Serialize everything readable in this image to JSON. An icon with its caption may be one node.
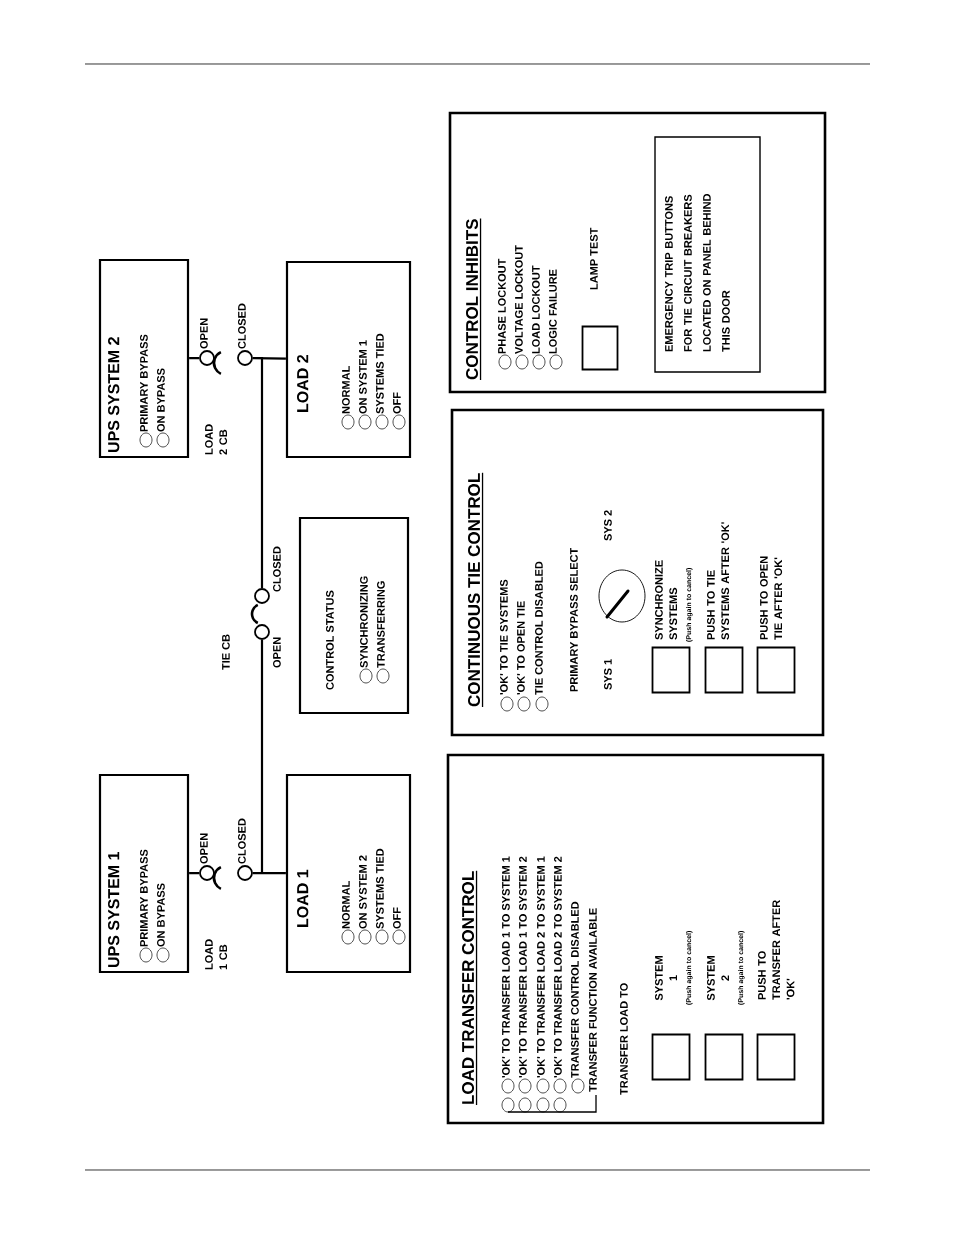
{
  "diagram": {
    "nodes": [
      {
        "text": [
          "UPS SYSTEM 1",
          "PRIMARY BYPASS",
          "ON BYPASS"
        ]
      },
      {
        "text": [],
        "shape": "circle",
        "beside": [
          "OPEN"
        ]
      },
      {
        "text": [],
        "shape": "circle",
        "beside": [
          "CLOSED"
        ]
      },
      {
        "text": [
          "LOAD 1",
          "NORMAL",
          "ON SYSTEM 2",
          "SYSTEMS TIED",
          "OFF"
        ]
      },
      {
        "text": [],
        "shape": "circle",
        "beside": [
          "OPEN"
        ]
      },
      {
        "text": [],
        "shape": "circle",
        "beside": [
          "CLOSED"
        ]
      },
      {
        "text": [
          "CONTROL STATUS",
          "SYNCHRONIZING",
          "TRANSFERRING"
        ]
      },
      {
        "text": [
          "UPS SYSTEM 2",
          "PRIMARY BYPASS",
          "ON BYPASS"
        ]
      },
      {
        "text": [],
        "shape": "circle",
        "beside": [
          "OPEN"
        ]
      },
      {
        "text": [],
        "shape": "circle",
        "beside": [
          "CLOSED"
        ]
      },
      {
        "text": [
          "LOAD 2",
          "NORMAL",
          "ON SYSTEM 1",
          "SYSTEMS TIED",
          "OFF"
        ]
      },
      {
        "text": [
          "LOAD TRANSFER CONTROL",
          "'OK' TO TRANSFER LOAD 1 TO SYSTEM 1",
          "'OK' TO TRANSFER LOAD 1 TO SYSTEM 2",
          "'OK' TO TRANSFER LOAD 2 TO SYSTEM 1",
          "'OK' TO TRANSFER LOAD 2 TO SYSTEM 2",
          "TRANSFER CONTROL DISABLED",
          "TRANSFER FUNCTION AVAILABLE",
          "TRANSFER LOAD TO"
        ]
      },
      {
        "text": [],
        "shape": "box",
        "in": 11,
        "beside": [
          "SYSTEM 1",
          "(Push again to cancel)"
        ]
      },
      {
        "text": [],
        "shape": "box",
        "in": 11,
        "beside": [
          "SYSTEM 2",
          "(Push again to cancel)"
        ]
      },
      {
        "text": [],
        "shape": "box",
        "in": 11,
        "beside": [
          "PUSH TO TRANSFER AFTER 'OK'"
        ]
      },
      {
        "text": [
          "CONTINUOUS TIE CONTROL",
          "'OK' TO TIE SYSTEMS",
          "'OK' TO OPEN TIE",
          "TIE CONTROL DISABLED",
          "PRIMARY BYPASS SELECT",
          "SYS 1",
          "SYS 2"
        ]
      },
      {
        "text": [],
        "shape": "box",
        "in": 15,
        "beside": [
          "SYNCHRONIZE SYSTEMS",
          "(Push again to cancel)"
        ]
      },
      {
        "text": [],
        "shape": "box",
        "in": 15,
        "beside": [
          "PUSH TO TIE SYSTEMS AFTER 'OK'"
        ]
      },
      {
        "text": [],
        "shape": "box",
        "in": 15,
        "beside": [
          "PUSH TO OPEN TIE AFTER 'OK'"
        ]
      },
      {
        "text": [
          "CONTROL INHIBITS",
          "PHASE LOCKOUT",
          "VOLTAGE LOCKOUT",
          "LOAD LOCKOUT",
          "LOGIC FAILURE"
        ]
      },
      {
        "text": [],
        "shape": "box",
        "in": 19,
        "beside": [
          "LAMP TEST"
        ]
      },
      {
        "text": [
          "EMERGENCY TRIP BUTTONS FOR TIE CIRCUIT BREAKERS LOCATED ON PANEL BEHIND THIS DOOR"
        ],
        "in": 19
      }
    ],
    "edges": [
      {
        "from": 0,
        "to": 1,
        "arrow": "none"
      },
      {
        "from": 2,
        "to": 3,
        "arrow": "none"
      },
      {
        "from": 2,
        "to": 4,
        "arrow": "none"
      },
      {
        "from": 5,
        "to": 9,
        "arrow": "none"
      },
      {
        "from": 7,
        "to": 8,
        "arrow": "none"
      },
      {
        "from": 9,
        "to": 10,
        "arrow": "none"
      }
    ],
    "labels": [
      "LOAD 1 CB",
      "TIE CB",
      "LOAD 2 CB"
    ]
  }
}
